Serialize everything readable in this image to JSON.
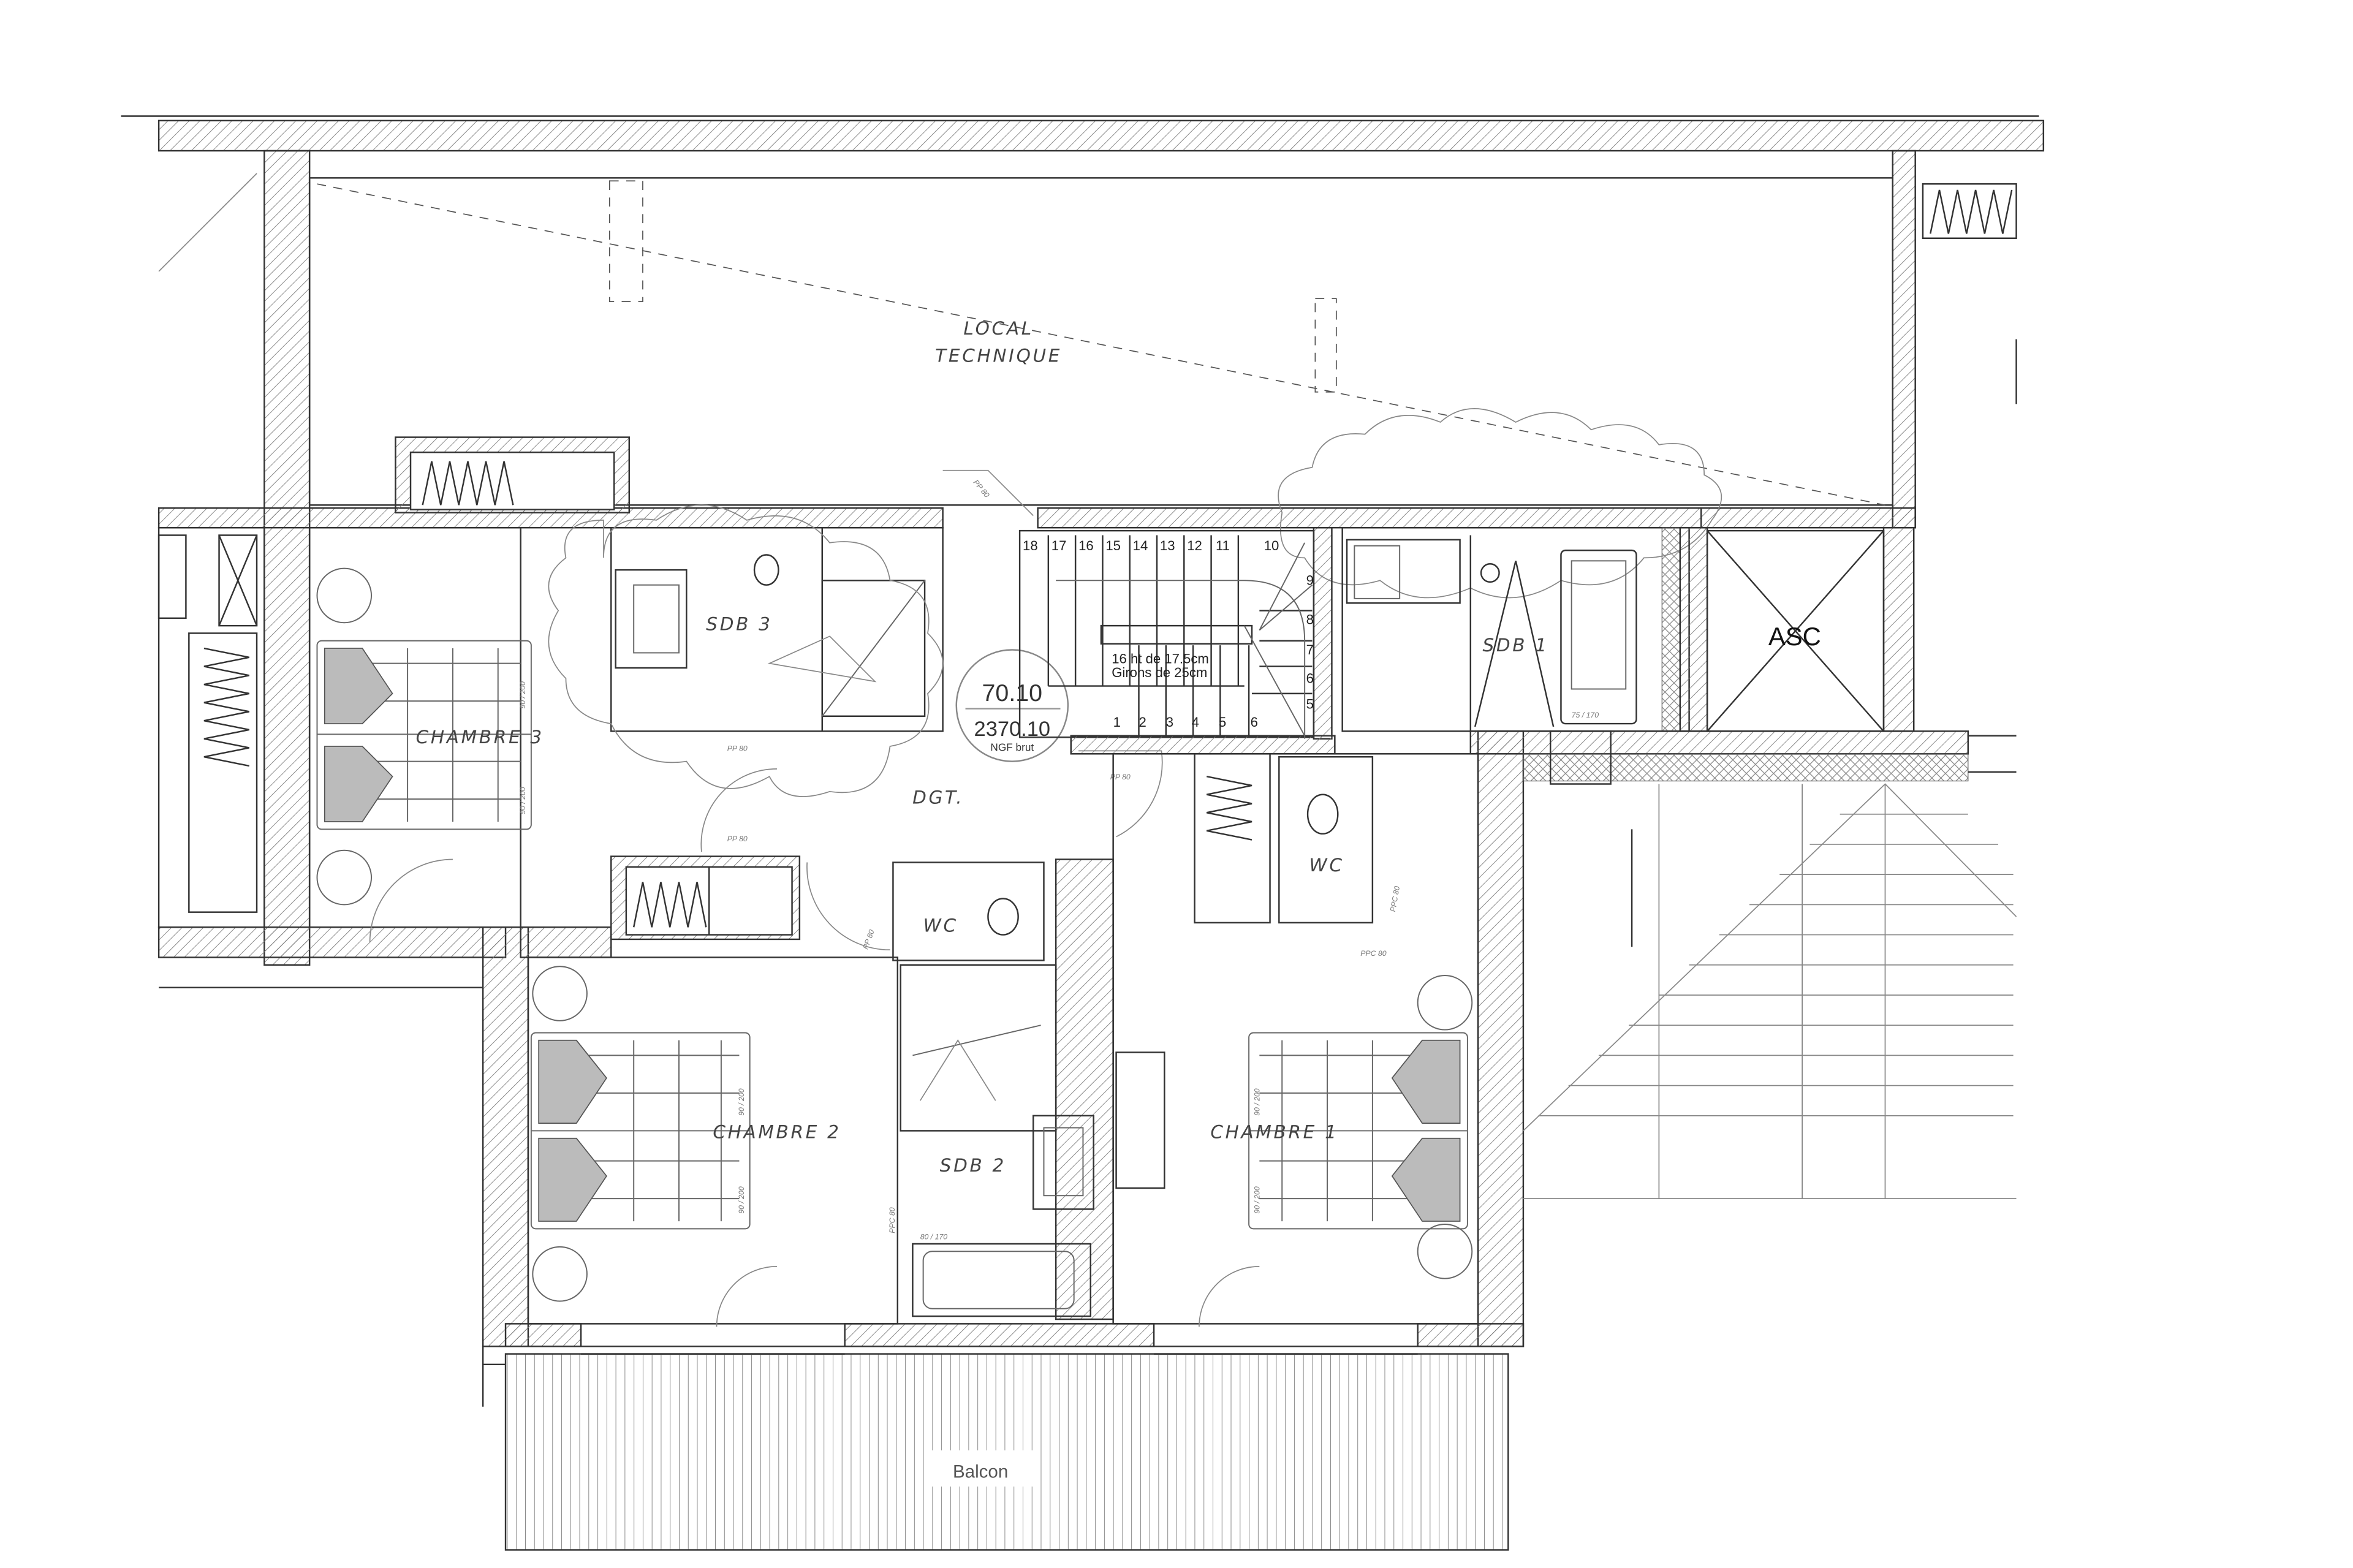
{
  "rooms": {
    "local_technique_line1": "LOCAL",
    "local_technique_line2": "TECHNIQUE",
    "chambre_3": "CHAMBRE 3",
    "sdb_3": "SDB 3",
    "dgt": "DGT.",
    "wc_left": "WC",
    "wc_right": "WC",
    "sdb_1": "SDB 1",
    "asc": "ASC",
    "chambre_2": "CHAMBRE 2",
    "sdb_2": "SDB 2",
    "chambre_1": "CHAMBRE 1",
    "balcon": "Balcon"
  },
  "level_marker": {
    "level": "70.10",
    "altitude": "2370.10",
    "reference": "NGF brut"
  },
  "stair": {
    "steps": [
      "1",
      "2",
      "3",
      "4",
      "5",
      "6",
      "5",
      "6",
      "7",
      "8",
      "9",
      "10",
      "11",
      "12",
      "13",
      "14",
      "15",
      "16",
      "17",
      "18"
    ],
    "note_risers": "16 ht de 17.5cm",
    "note_treads": "Girons de 25cm"
  },
  "door_labels": [
    "PP 80",
    "PP 80",
    "PP 80",
    "PP 80",
    "PP 80",
    "PPC 80",
    "PPC 80",
    "PPC 80"
  ],
  "fixture_labels": {
    "bed": "90 / 200",
    "bath_sdb1": "75 / 170",
    "bath_sdb2": "80 / 170"
  }
}
